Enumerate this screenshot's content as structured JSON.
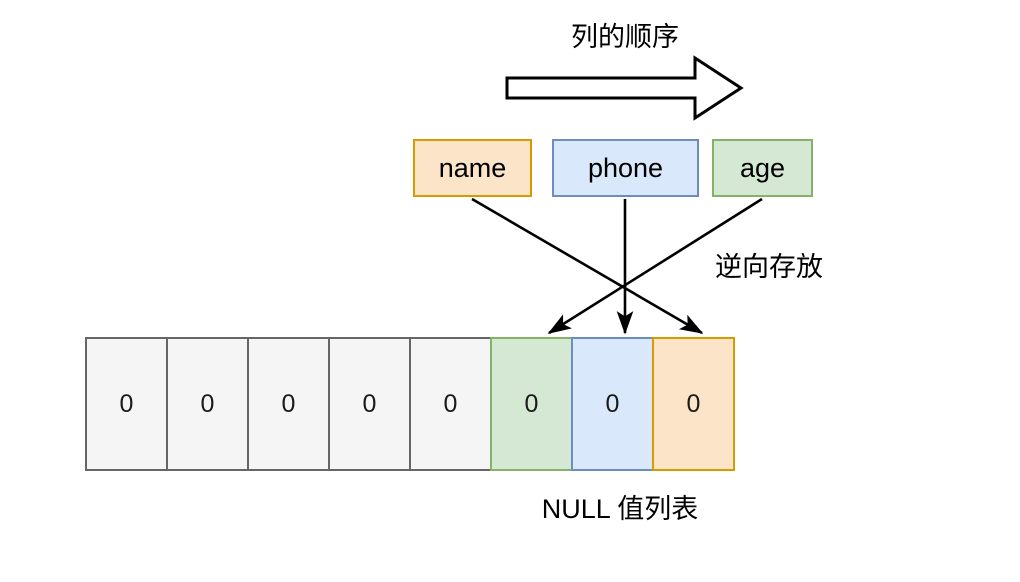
{
  "diagram": {
    "heading": "列的顺序",
    "side_label": "逆向存放",
    "bottom_caption": "NULL 值列表",
    "direction_arrow_name": "right-block-arrow"
  },
  "columns": [
    {
      "label": "name",
      "fill": "#FCE4C8",
      "stroke": "#D79B00"
    },
    {
      "label": "phone",
      "fill": "#DAE8FC",
      "stroke": "#6C8EBF"
    },
    {
      "label": "age",
      "fill": "#D5E8D4",
      "stroke": "#82B366"
    }
  ],
  "null_bitmap": {
    "cells": [
      {
        "value": "0",
        "fill": "#F5F5F5",
        "stroke": "#666666"
      },
      {
        "value": "0",
        "fill": "#F5F5F5",
        "stroke": "#666666"
      },
      {
        "value": "0",
        "fill": "#F5F5F5",
        "stroke": "#666666"
      },
      {
        "value": "0",
        "fill": "#F5F5F5",
        "stroke": "#666666"
      },
      {
        "value": "0",
        "fill": "#F5F5F5",
        "stroke": "#666666"
      },
      {
        "value": "0",
        "fill": "#D5E8D4",
        "stroke": "#82B366"
      },
      {
        "value": "0",
        "fill": "#DAE8FC",
        "stroke": "#6C8EBF"
      },
      {
        "value": "0",
        "fill": "#FCE4C8",
        "stroke": "#D79B00"
      }
    ]
  },
  "mappings": [
    {
      "from": "name",
      "to": "cell-8"
    },
    {
      "from": "phone",
      "to": "cell-7"
    },
    {
      "from": "age",
      "to": "cell-6"
    }
  ]
}
